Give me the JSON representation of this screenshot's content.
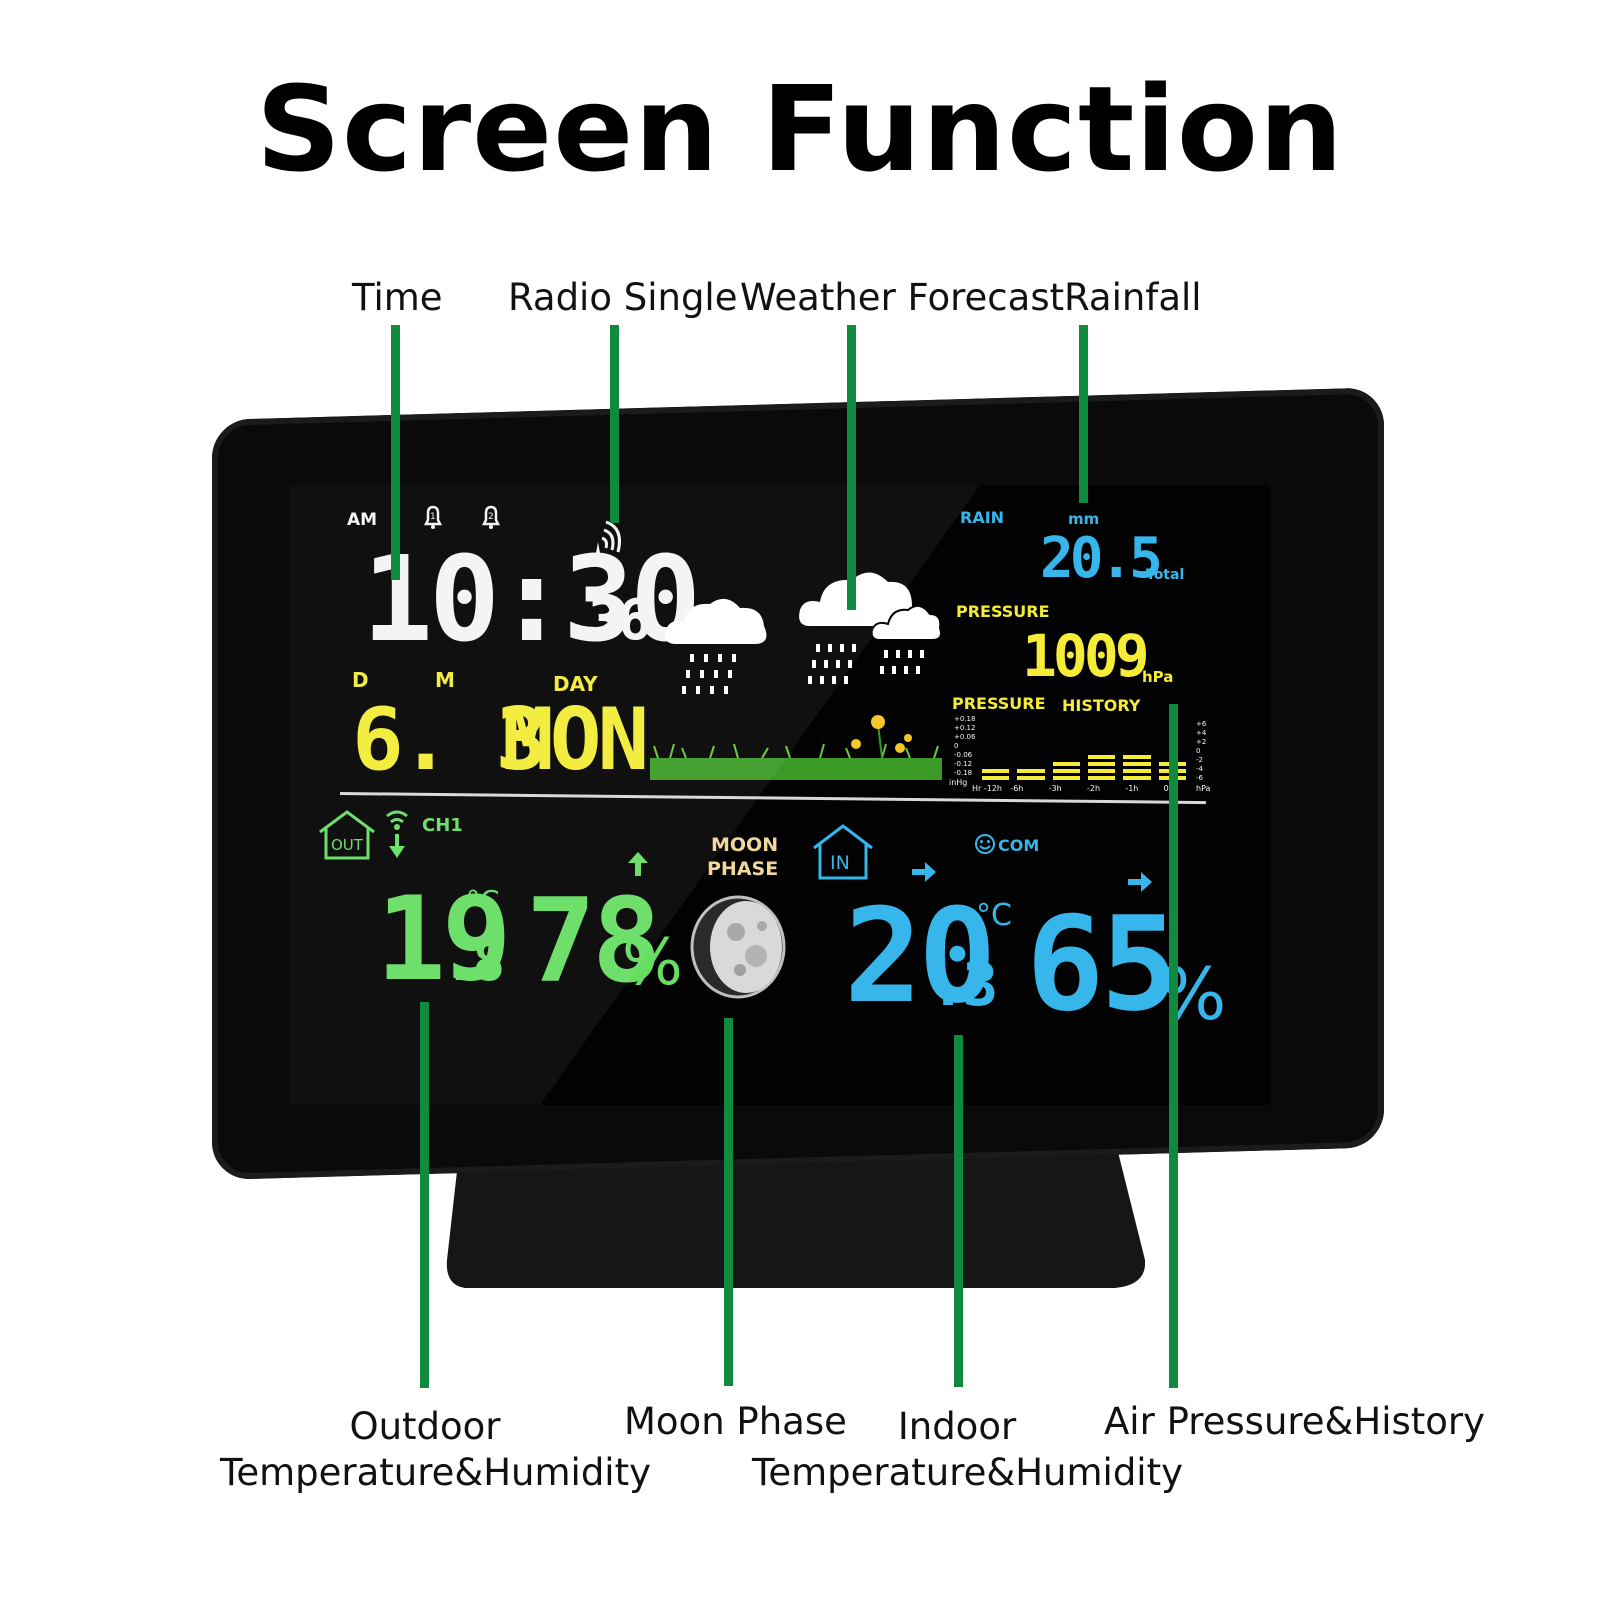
{
  "title": "Screen Function",
  "callouts": {
    "time": "Time",
    "radio": "Radio Single",
    "forecast": "Weather Forecast",
    "rainfall": "Rainfall",
    "outdoor_line1": "Outdoor",
    "outdoor_line2": "Temperature&Humidity",
    "moon": "Moon Phase",
    "indoor_line1": "Indoor",
    "indoor_line2": "Temperature&Humidity",
    "pressure": "Air Pressure&History"
  },
  "display": {
    "am_pm": "AM",
    "time_main": "10:30",
    "seconds": "36",
    "date_labels": {
      "day": "D",
      "month": "M",
      "weekday": "DAY"
    },
    "date_value": "6. 3",
    "weekday_value": "MON",
    "rain": {
      "label": "RAIN",
      "unit": "mm",
      "value": "20.5",
      "suffix": "Total"
    },
    "pressure": {
      "label": "PRESSURE",
      "value": "1009",
      "unit": "hPa"
    },
    "pressure_history": {
      "label_a": "PRESSURE",
      "label_b": "HISTORY",
      "left_scale": [
        "+0.18",
        "+0.12",
        "+0.06",
        "0",
        "-0.06",
        "-0.12",
        "-0.18"
      ],
      "left_unit": "inHg",
      "right_scale": [
        "+6",
        "+4",
        "+2",
        "0",
        "-2",
        "-4",
        "-6"
      ],
      "right_unit": "hPa",
      "hours": [
        "Hr -12h",
        "-6h",
        "-3h",
        "-2h",
        "-1h",
        "0"
      ],
      "bar_levels": [
        2,
        2,
        3,
        4,
        4,
        3
      ]
    },
    "outdoor": {
      "badge": "OUT",
      "channel": "CH1",
      "temp_int": "19",
      "temp_dec": ".8",
      "temp_unit": "°C",
      "humidity": "78",
      "humidity_unit": "%"
    },
    "moon": {
      "label_line1": "MOON",
      "label_line2": "PHASE"
    },
    "indoor": {
      "badge": "IN",
      "comfort": "COM",
      "temp_int": "20",
      "temp_dec": ".3",
      "temp_unit": "°C",
      "humidity": "65",
      "humidity_unit": "%"
    }
  },
  "colors": {
    "leader": "#0f8a3e",
    "lcd_white": "#f4f4f4",
    "lcd_yellow": "#f4ec36",
    "lcd_blue": "#36b6ea",
    "lcd_green": "#67dd62"
  }
}
